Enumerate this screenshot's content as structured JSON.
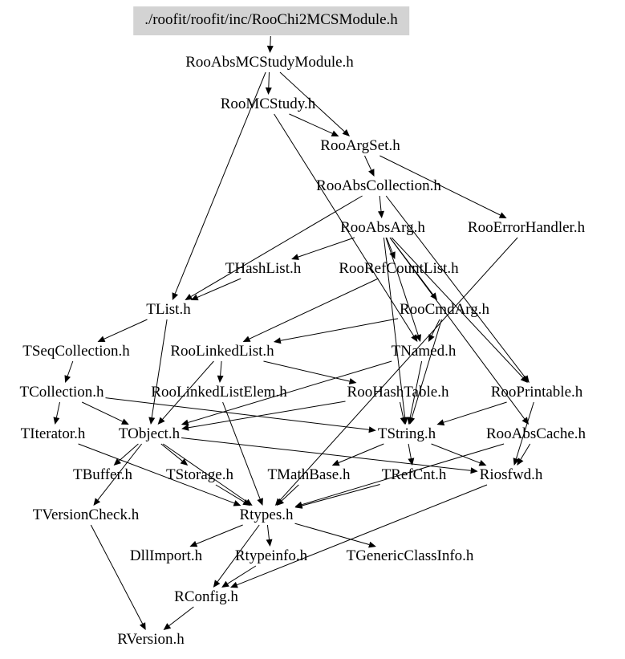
{
  "root": "./roofit/roofit/inc/RooChi2MCSModule.h",
  "nodes": {
    "root": "./roofit/roofit/inc/RooChi2MCSModule.h",
    "RooAbsMCStudyModule": "RooAbsMCStudyModule.h",
    "RooMCStudy": "RooMCStudy.h",
    "RooArgSet": "RooArgSet.h",
    "RooAbsCollection": "RooAbsCollection.h",
    "RooAbsArg": "RooAbsArg.h",
    "RooErrorHandler": "RooErrorHandler.h",
    "THashList": "THashList.h",
    "RooRefCountList": "RooRefCountList.h",
    "TList": "TList.h",
    "RooCmdArg": "RooCmdArg.h",
    "TSeqCollection": "TSeqCollection.h",
    "RooLinkedList": "RooLinkedList.h",
    "TNamed": "TNamed.h",
    "TCollection": "TCollection.h",
    "RooLinkedListElem": "RooLinkedListElem.h",
    "RooHashTable": "RooHashTable.h",
    "RooPrintable": "RooPrintable.h",
    "TIterator": "TIterator.h",
    "TObject": "TObject.h",
    "TString": "TString.h",
    "RooAbsCache": "RooAbsCache.h",
    "TBuffer": "TBuffer.h",
    "TStorage": "TStorage.h",
    "TMathBase": "TMathBase.h",
    "TRefCnt": "TRefCnt.h",
    "Riosfwd": "Riosfwd.h",
    "TVersionCheck": "TVersionCheck.h",
    "Rtypes": "Rtypes.h",
    "DllImport": "DllImport.h",
    "Rtypeinfo": "Rtypeinfo.h",
    "TGenericClassInfo": "TGenericClassInfo.h",
    "RConfig": "RConfig.h",
    "RVersion": "RVersion.h"
  },
  "edges": [
    [
      "root",
      "RooAbsMCStudyModule"
    ],
    [
      "RooAbsMCStudyModule",
      "RooMCStudy"
    ],
    [
      "RooAbsMCStudyModule",
      "RooArgSet"
    ],
    [
      "RooAbsMCStudyModule",
      "TList"
    ],
    [
      "RooMCStudy",
      "RooArgSet"
    ],
    [
      "RooMCStudy",
      "TNamed"
    ],
    [
      "RooArgSet",
      "RooAbsCollection"
    ],
    [
      "RooArgSet",
      "RooErrorHandler"
    ],
    [
      "RooAbsCollection",
      "RooAbsArg"
    ],
    [
      "RooAbsCollection",
      "TList"
    ],
    [
      "RooAbsCollection",
      "RooPrintable"
    ],
    [
      "RooAbsArg",
      "THashList"
    ],
    [
      "RooAbsArg",
      "RooRefCountList"
    ],
    [
      "RooAbsArg",
      "RooCmdArg"
    ],
    [
      "RooAbsArg",
      "TNamed"
    ],
    [
      "RooAbsArg",
      "RooPrintable"
    ],
    [
      "RooAbsArg",
      "RooAbsCache"
    ],
    [
      "RooAbsArg",
      "TString"
    ],
    [
      "RooErrorHandler",
      "Rtypes"
    ],
    [
      "THashList",
      "TList"
    ],
    [
      "RooRefCountList",
      "RooLinkedList"
    ],
    [
      "TList",
      "TSeqCollection"
    ],
    [
      "TList",
      "TObject"
    ],
    [
      "RooCmdArg",
      "TNamed"
    ],
    [
      "RooCmdArg",
      "RooLinkedList"
    ],
    [
      "RooCmdArg",
      "TString"
    ],
    [
      "TSeqCollection",
      "TCollection"
    ],
    [
      "RooLinkedList",
      "RooLinkedListElem"
    ],
    [
      "RooLinkedList",
      "RooHashTable"
    ],
    [
      "RooLinkedList",
      "TObject"
    ],
    [
      "TNamed",
      "TObject"
    ],
    [
      "TNamed",
      "TString"
    ],
    [
      "TCollection",
      "TIterator"
    ],
    [
      "TCollection",
      "TObject"
    ],
    [
      "TCollection",
      "TString"
    ],
    [
      "RooLinkedListElem",
      "Rtypes"
    ],
    [
      "RooHashTable",
      "TObject"
    ],
    [
      "RooHashTable",
      "TString"
    ],
    [
      "RooPrintable",
      "TString"
    ],
    [
      "RooPrintable",
      "Riosfwd"
    ],
    [
      "TObject",
      "TBuffer"
    ],
    [
      "TObject",
      "TStorage"
    ],
    [
      "TObject",
      "Rtypes"
    ],
    [
      "TObject",
      "TVersionCheck"
    ],
    [
      "TObject",
      "Riosfwd"
    ],
    [
      "TIterator",
      "Rtypes"
    ],
    [
      "TString",
      "TMathBase"
    ],
    [
      "TString",
      "TRefCnt"
    ],
    [
      "TString",
      "Riosfwd"
    ],
    [
      "RooAbsCache",
      "Riosfwd"
    ],
    [
      "RooAbsCache",
      "Rtypes"
    ],
    [
      "TStorage",
      "Rtypes"
    ],
    [
      "TMathBase",
      "Rtypes"
    ],
    [
      "TRefCnt",
      "Rtypes"
    ],
    [
      "Riosfwd",
      "RConfig"
    ],
    [
      "TVersionCheck",
      "RVersion"
    ],
    [
      "Rtypes",
      "DllImport"
    ],
    [
      "Rtypes",
      "Rtypeinfo"
    ],
    [
      "Rtypes",
      "TGenericClassInfo"
    ],
    [
      "Rtypes",
      "RConfig"
    ],
    [
      "Rtypeinfo",
      "RConfig"
    ],
    [
      "RConfig",
      "RVersion"
    ]
  ]
}
